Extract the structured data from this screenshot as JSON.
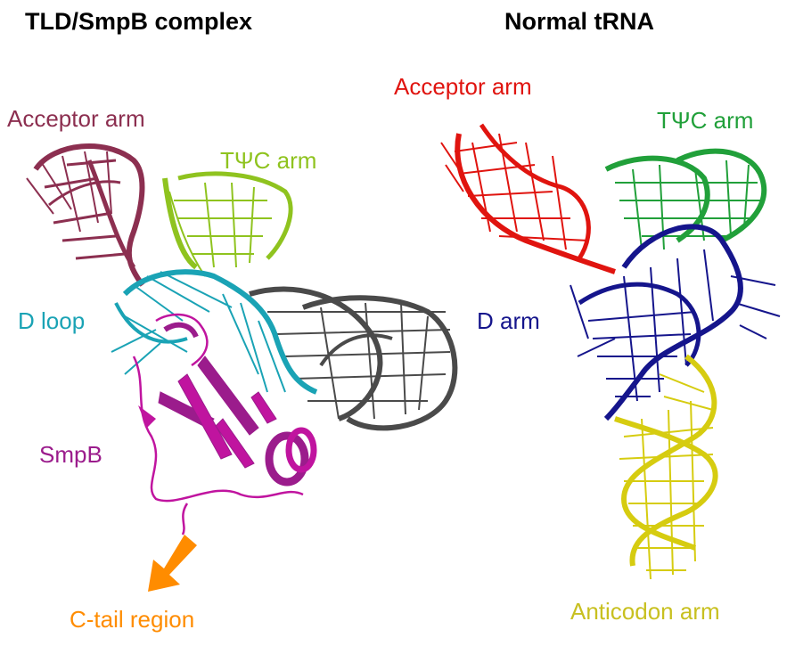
{
  "left_panel": {
    "title": "TLD/SmpB complex",
    "labels": {
      "acceptor": "Acceptor arm",
      "tpsic": "TΨC arm",
      "dloop": "D loop",
      "smpb": "SmpB",
      "ctail": "C-tail region"
    }
  },
  "right_panel": {
    "title": "Normal tRNA",
    "labels": {
      "acceptor": "Acceptor arm",
      "tpsic": "TΨC arm",
      "darm": "D arm",
      "anticodon": "Anticodon arm"
    }
  },
  "colors": {
    "left_acceptor": "#8c2f50",
    "left_tpsic": "#8fc31f",
    "left_dloop": "#1aa3b5",
    "smpb": "#9b1c8c",
    "smpb_ribbon": "#c0149f",
    "grey_domain": "#4a4a4a",
    "ctail": "#ff8c00",
    "right_acceptor": "#e0140f",
    "right_tpsic": "#21a03a",
    "right_darm": "#15158c",
    "anticodon": "#d6cc10",
    "anticodon_label": "#c8c020"
  },
  "icons": {
    "molecule_left": "tld-smpb-structure-icon",
    "molecule_right": "trna-structure-icon",
    "arrow": "ctail-arrow-icon"
  }
}
